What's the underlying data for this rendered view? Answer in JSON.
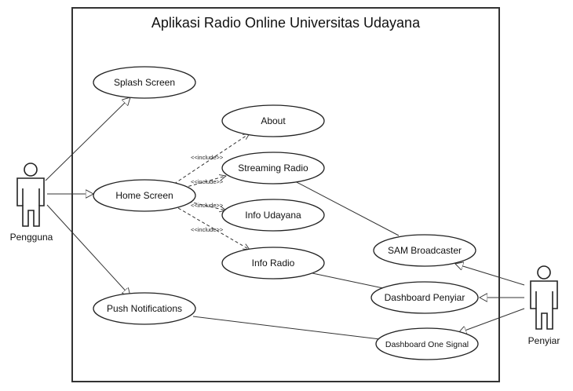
{
  "system": {
    "title": "Aplikasi Radio Online Universitas Udayana"
  },
  "actors": {
    "pengguna": "Pengguna",
    "penyiar": "Penyiar"
  },
  "use_cases": {
    "splash_screen": "Splash Screen",
    "home_screen": "Home Screen",
    "push_notifications": "Push Notifications",
    "about": "About",
    "streaming_radio": "Streaming Radio",
    "info_udayana": "Info Udayana",
    "info_radio": "Info Radio",
    "sam_broadcaster": "SAM Broadcaster",
    "dashboard_penyiar": "Dashboard Penyiar",
    "dashboard_one_signal": "Dashboard One Signal"
  },
  "relations": {
    "include_label": "<<include>>"
  }
}
